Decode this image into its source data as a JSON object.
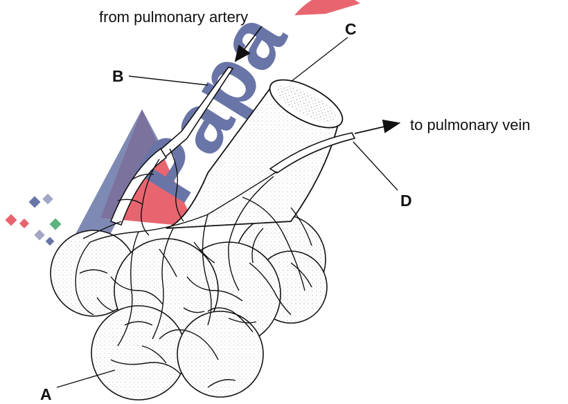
{
  "labels": {
    "from": "from pulmonary artery",
    "to": "to pulmonary vein",
    "A": "A",
    "B": "B",
    "C": "C",
    "D": "D"
  },
  "watermark": {
    "text": "Papa",
    "text_color": "#3f4f8f",
    "accent_color": "#e23a48",
    "tile_colors": [
      "#e23a48",
      "#3f4f8f",
      "#2e9e5b",
      "#8a8fb8"
    ]
  }
}
